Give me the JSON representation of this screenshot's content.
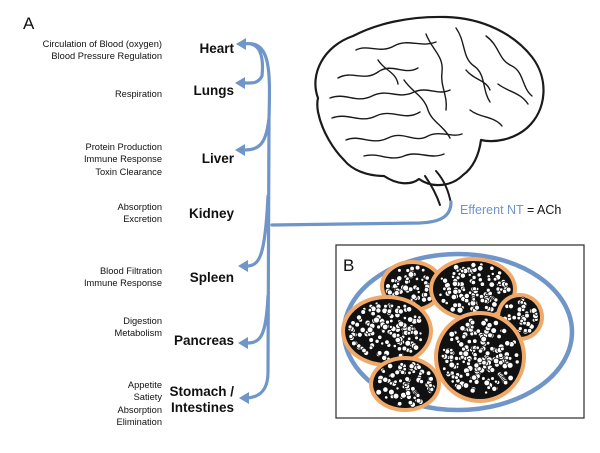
{
  "panel_a": {
    "letter": "A",
    "organs": [
      {
        "name": "Heart",
        "functions": [
          "Circulation of Blood (oxygen)",
          "Blood Pressure Regulation"
        ]
      },
      {
        "name": "Lungs",
        "functions": [
          "Respiration"
        ]
      },
      {
        "name": "Liver",
        "functions": [
          "Protein Production",
          "Immune Response",
          "Toxin Clearance"
        ]
      },
      {
        "name": "Kidney",
        "functions": [
          "Absorption",
          "Excretion"
        ]
      },
      {
        "name": "Spleen",
        "functions": [
          "Blood Filtration",
          "Immune Response"
        ]
      },
      {
        "name": "Pancreas",
        "functions": [
          "Digestion",
          "Metabolism"
        ]
      },
      {
        "name": "Stomach /\nIntestines",
        "functions": [
          "Appetite",
          "Satiety",
          "Absorption",
          "Elimination"
        ]
      }
    ],
    "nerve_label": {
      "efferent": "Efferent NT",
      "equals": " = ACh"
    },
    "nerve_color": "#6f95c9"
  },
  "panel_b": {
    "letter": "B",
    "epineurium_color": "#6f95c9",
    "perineurium_color": "#f0a968",
    "axon_color": "#111111"
  }
}
